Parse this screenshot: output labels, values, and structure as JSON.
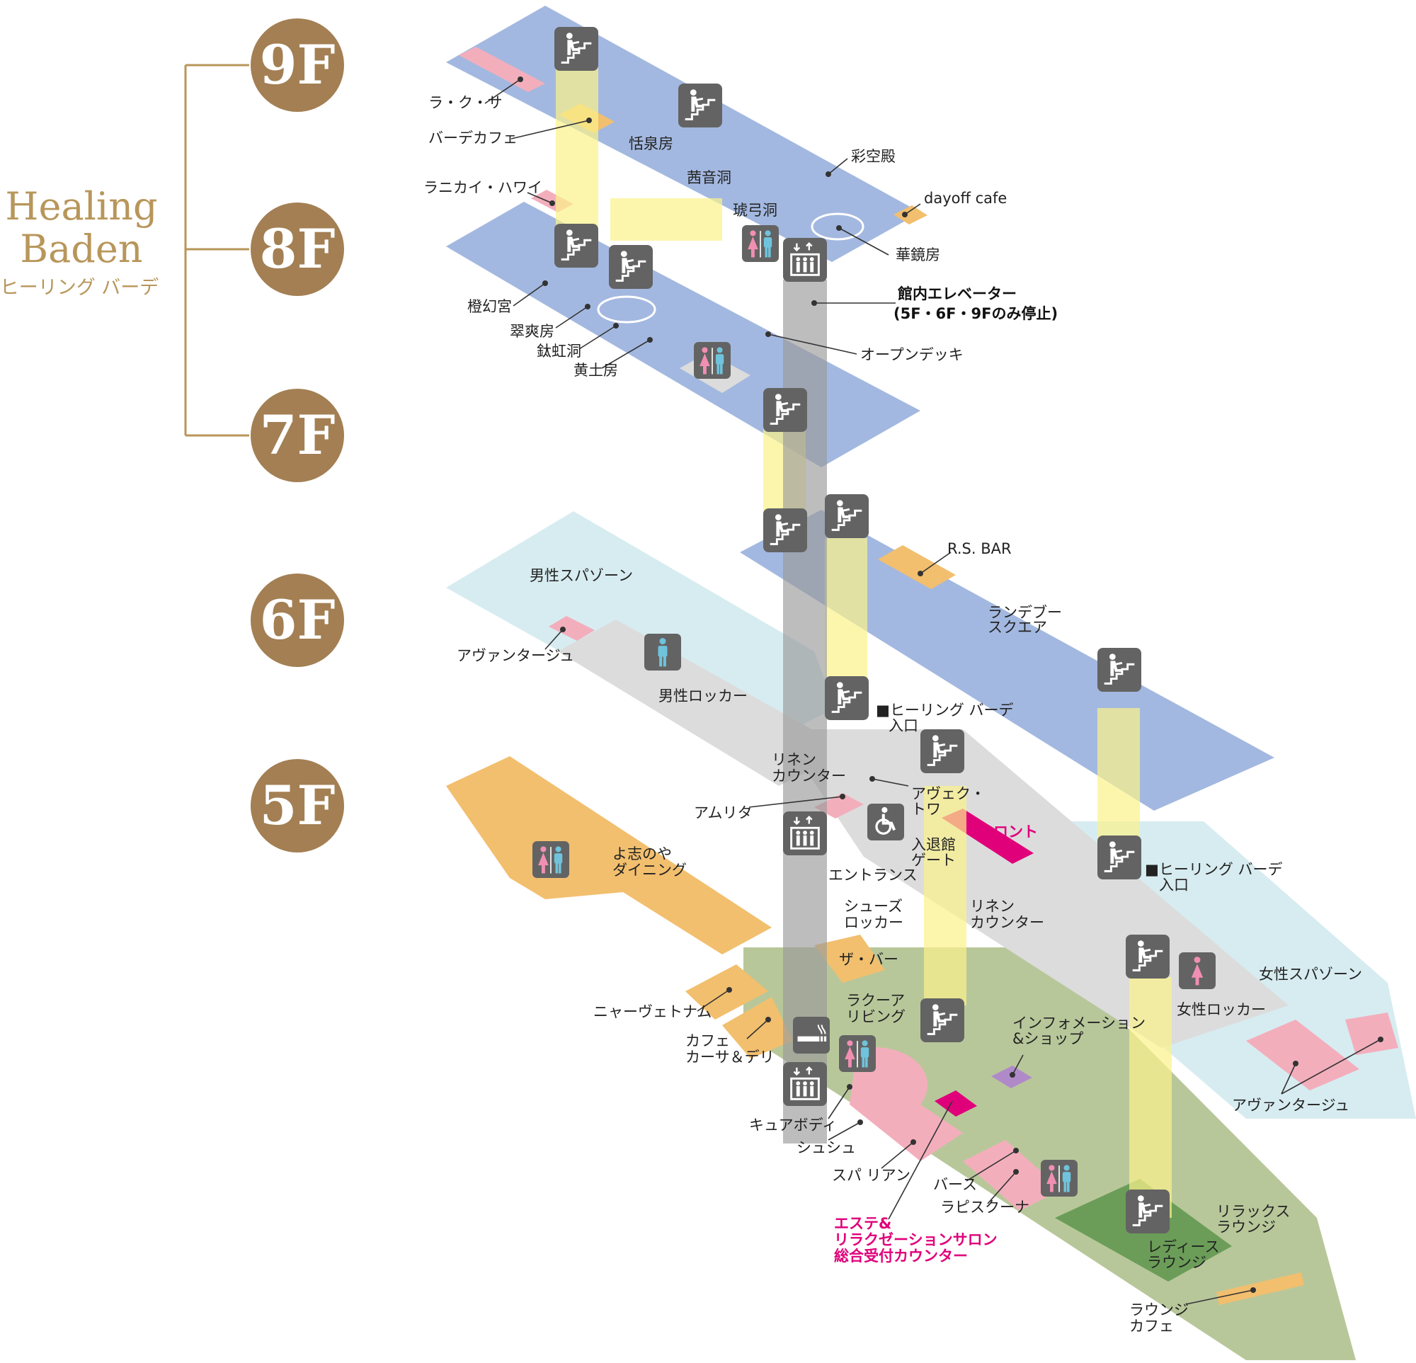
{
  "brand": {
    "line1": "Healing",
    "line2": "Baden",
    "sub": "ヒーリング バーデ"
  },
  "floors": [
    "9F",
    "8F",
    "7F",
    "6F",
    "5F"
  ],
  "colors": {
    "accent_brown": "#a37f53",
    "brand_gold": "#b8965a",
    "floor_blue": "#a3b8e0",
    "men_zone": "#d7ecf0",
    "locker_gray": "#dcdcdc",
    "dining_orange": "#f2bf6e",
    "lounge_green": "#b8c79a",
    "ladies_green": "#6b9d58",
    "shop_pink": "#f3aebc",
    "front_magenta": "#e0007a",
    "stair_yellow": "#fbf28a",
    "elevator_gray": "#9a9a9a"
  },
  "f9": {
    "lakusa": "ラ・ク・サ",
    "barde_cafe": "バーデカフェ",
    "tensenbou": "恬泉房",
    "akanedou": "茜音洞",
    "lanikai": "ラニカイ・ハワイ",
    "kohakudou": "琥弓洞",
    "saikuuden": "彩空殿",
    "dayoff": "dayoff cafe",
    "kakyoubou": "華鏡房"
  },
  "f8": {
    "elevator_title": "館内エレベーター",
    "elevator_note": "(5F・6F・9Fのみ停止)",
    "tougenkyu": "橙幻宮",
    "suisoubou": "翠爽房",
    "koukoudou": "鈦虹洞",
    "oudobou": "黄土房",
    "open_deck": "オープンデッキ"
  },
  "f7": {
    "rs_bar": "R.S. BAR",
    "rendezvous_1": "ランデブー",
    "rendezvous_2": "スクエア"
  },
  "f6": {
    "men_spa": "男性スパゾーン",
    "avantage": "アヴァンタージュ",
    "men_locker": "男性ロッカー",
    "entrance_1": "■ヒーリング バーデ",
    "entrance_2": "入口",
    "linen_1": "リネン",
    "linen_2": "カウンター"
  },
  "f5": {
    "avec_1": "アヴェク・",
    "avec_2": "トワ",
    "amrita": "アムリタ",
    "front": "フロント",
    "gate_1": "入退館",
    "gate_2": "ゲート",
    "yoshino_1": "よ志のや",
    "yoshino_2": "ダイニング",
    "entrance": "エントランス",
    "shoes_1": "シューズ",
    "shoes_2": "ロッカー",
    "linen_1": "リネン",
    "linen_2": "カウンター",
    "hb_entrance_1": "■ヒーリング バーデ",
    "hb_entrance_2": "入口",
    "the_bar": "ザ・バー",
    "women_spa": "女性スパゾーン",
    "women_locker": "女性ロッカー",
    "nyavietnam": "ニャーヴェトナム",
    "lacua_1": "ラクーア",
    "lacua_2": "リビング",
    "info_1": "インフォメーション",
    "info_2": "&ショップ",
    "cafe_1": "カフェ",
    "cafe_2": "カーサ＆デリ",
    "curebody": "キュアボディ",
    "shushu": "シュシュ",
    "spalian": "スパ リアン",
    "bath": "バース",
    "rapis": "ラピスクーナ",
    "avantage": "アヴァンタージュ",
    "esthe_1": "エステ&",
    "esthe_2": "リラクゼーションサロン",
    "esthe_3": "総合受付カウンター",
    "ladies_1": "レディース",
    "ladies_2": "ラウンジ",
    "relax_1": "リラックス",
    "relax_2": "ラウンジ",
    "lounge_cafe_1": "ラウンジ",
    "lounge_cafe_2": "カフェ"
  },
  "icons": [
    "stairs-icon",
    "elevator-icon",
    "restroom-icon",
    "men-restroom-icon",
    "women-restroom-icon",
    "wheelchair-icon",
    "smoking-icon"
  ]
}
